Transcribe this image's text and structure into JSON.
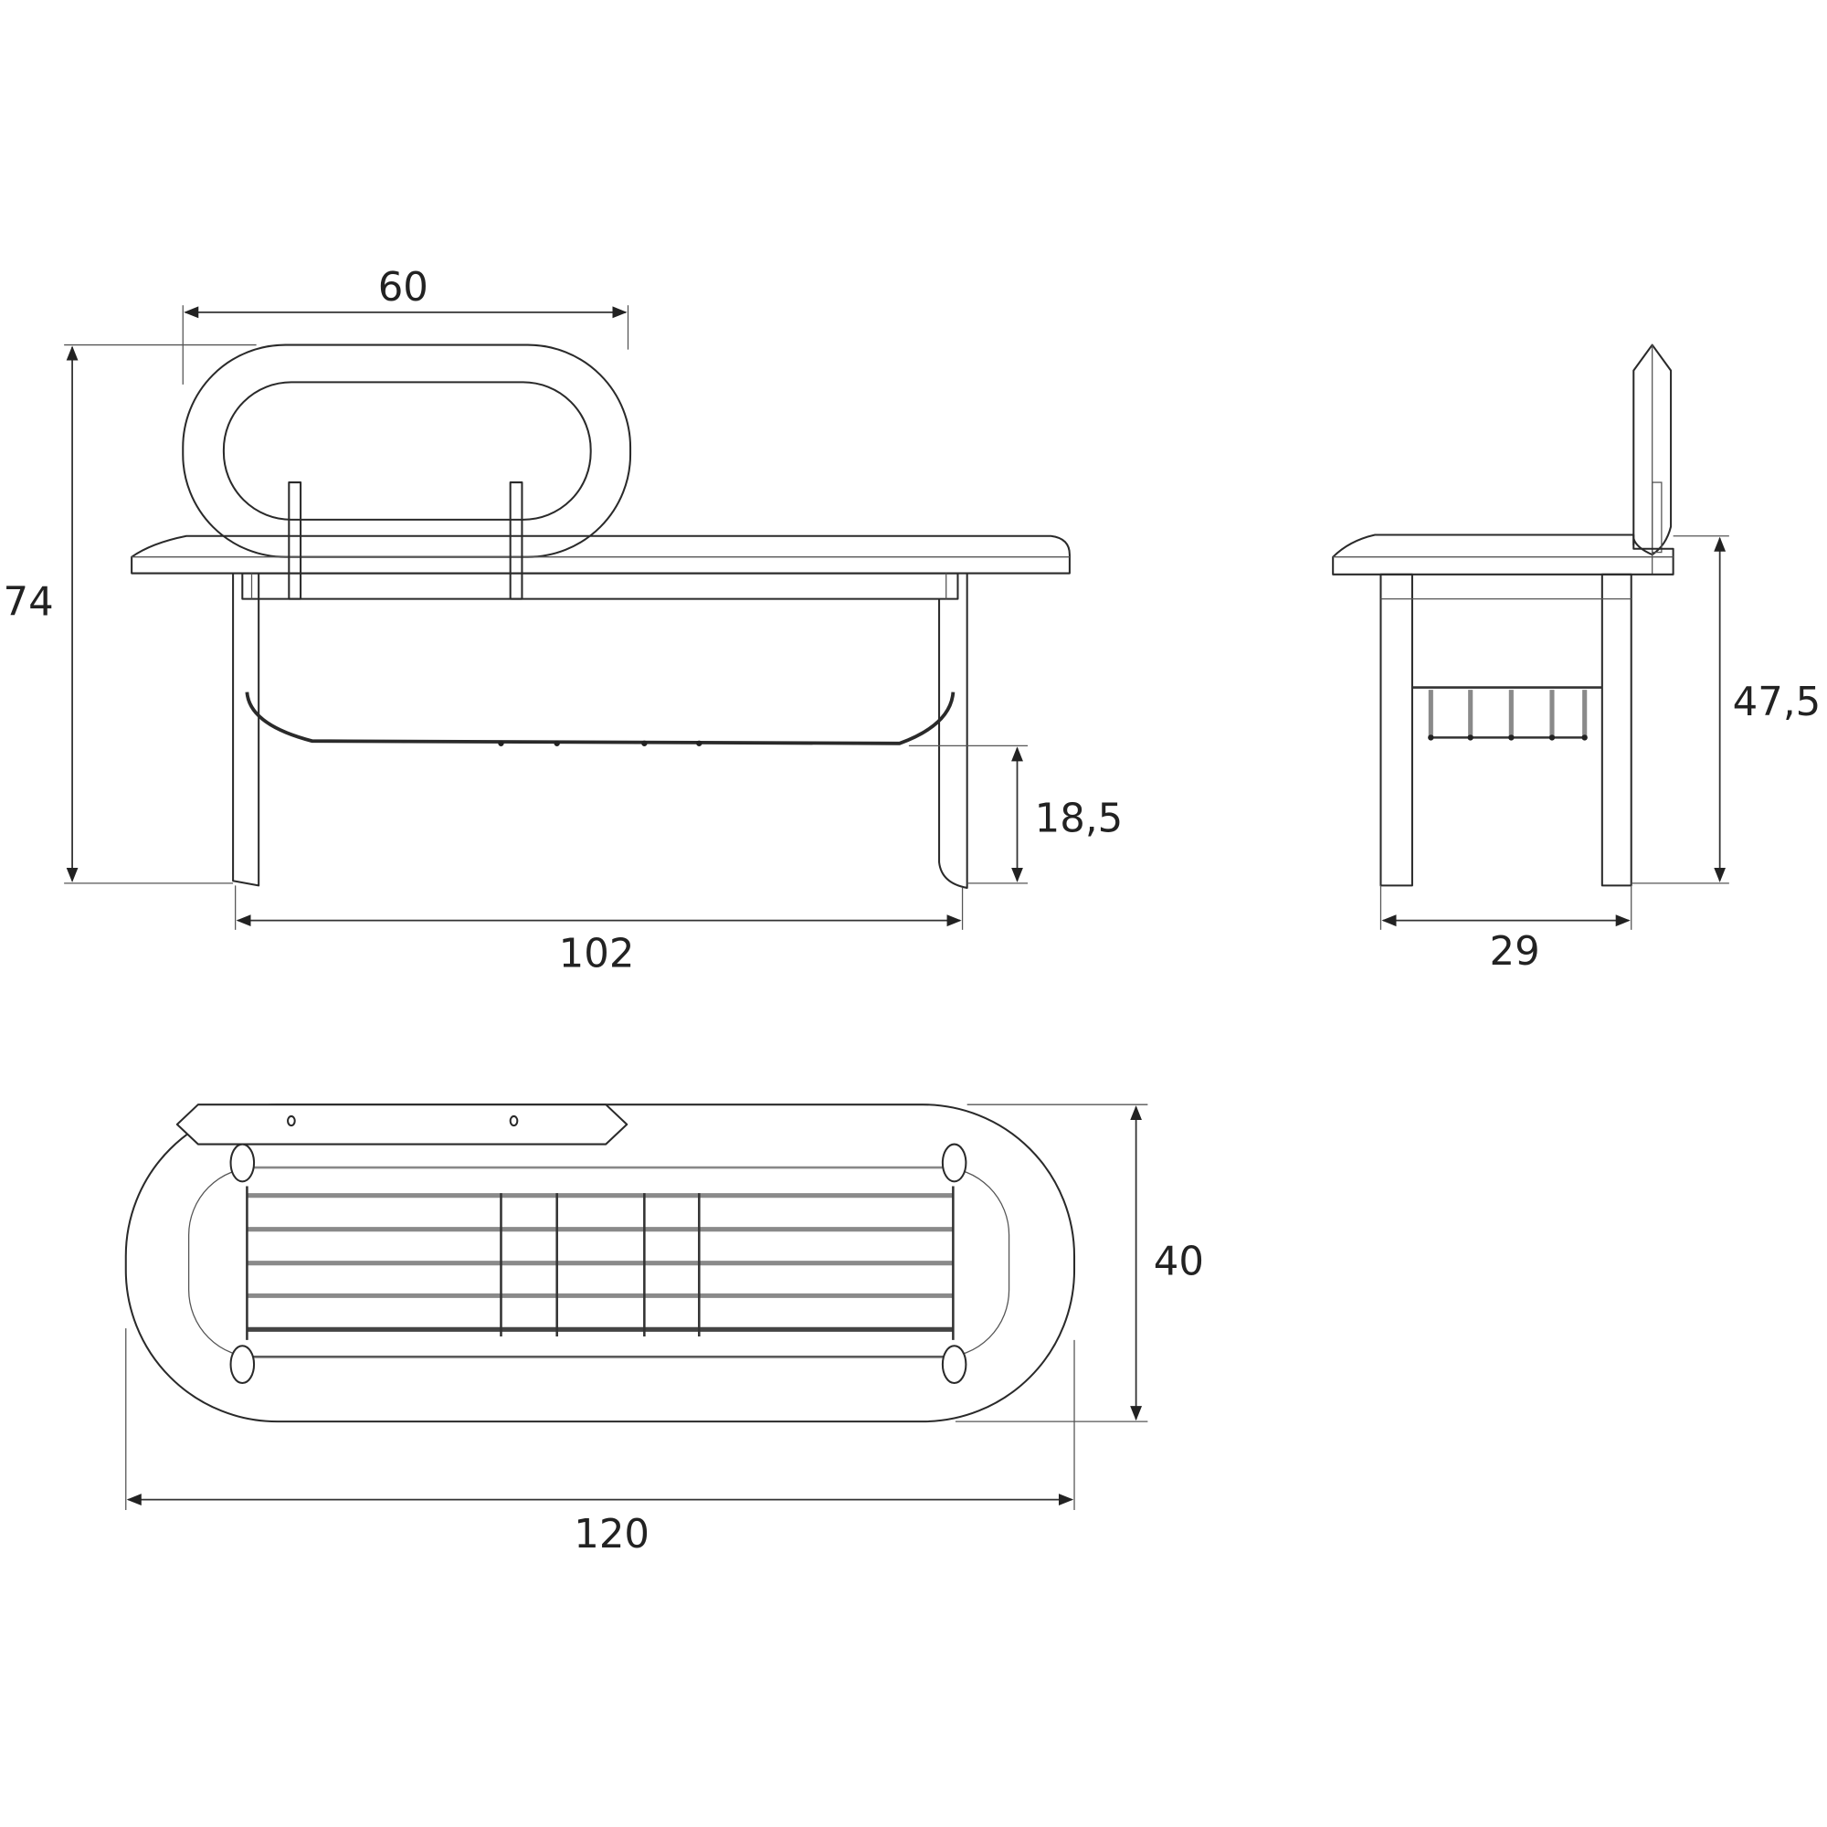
{
  "drawing": {
    "title": "Bench dimension drawing",
    "stroke_color": "#2a2a2a",
    "front_view": {
      "backrest_width": "60",
      "total_height": "74",
      "basket_height": "18,5",
      "leg_span": "102"
    },
    "side_view": {
      "seat_height": "47,5",
      "depth": "29"
    },
    "top_view": {
      "seat_depth": "40",
      "seat_length": "120"
    }
  }
}
